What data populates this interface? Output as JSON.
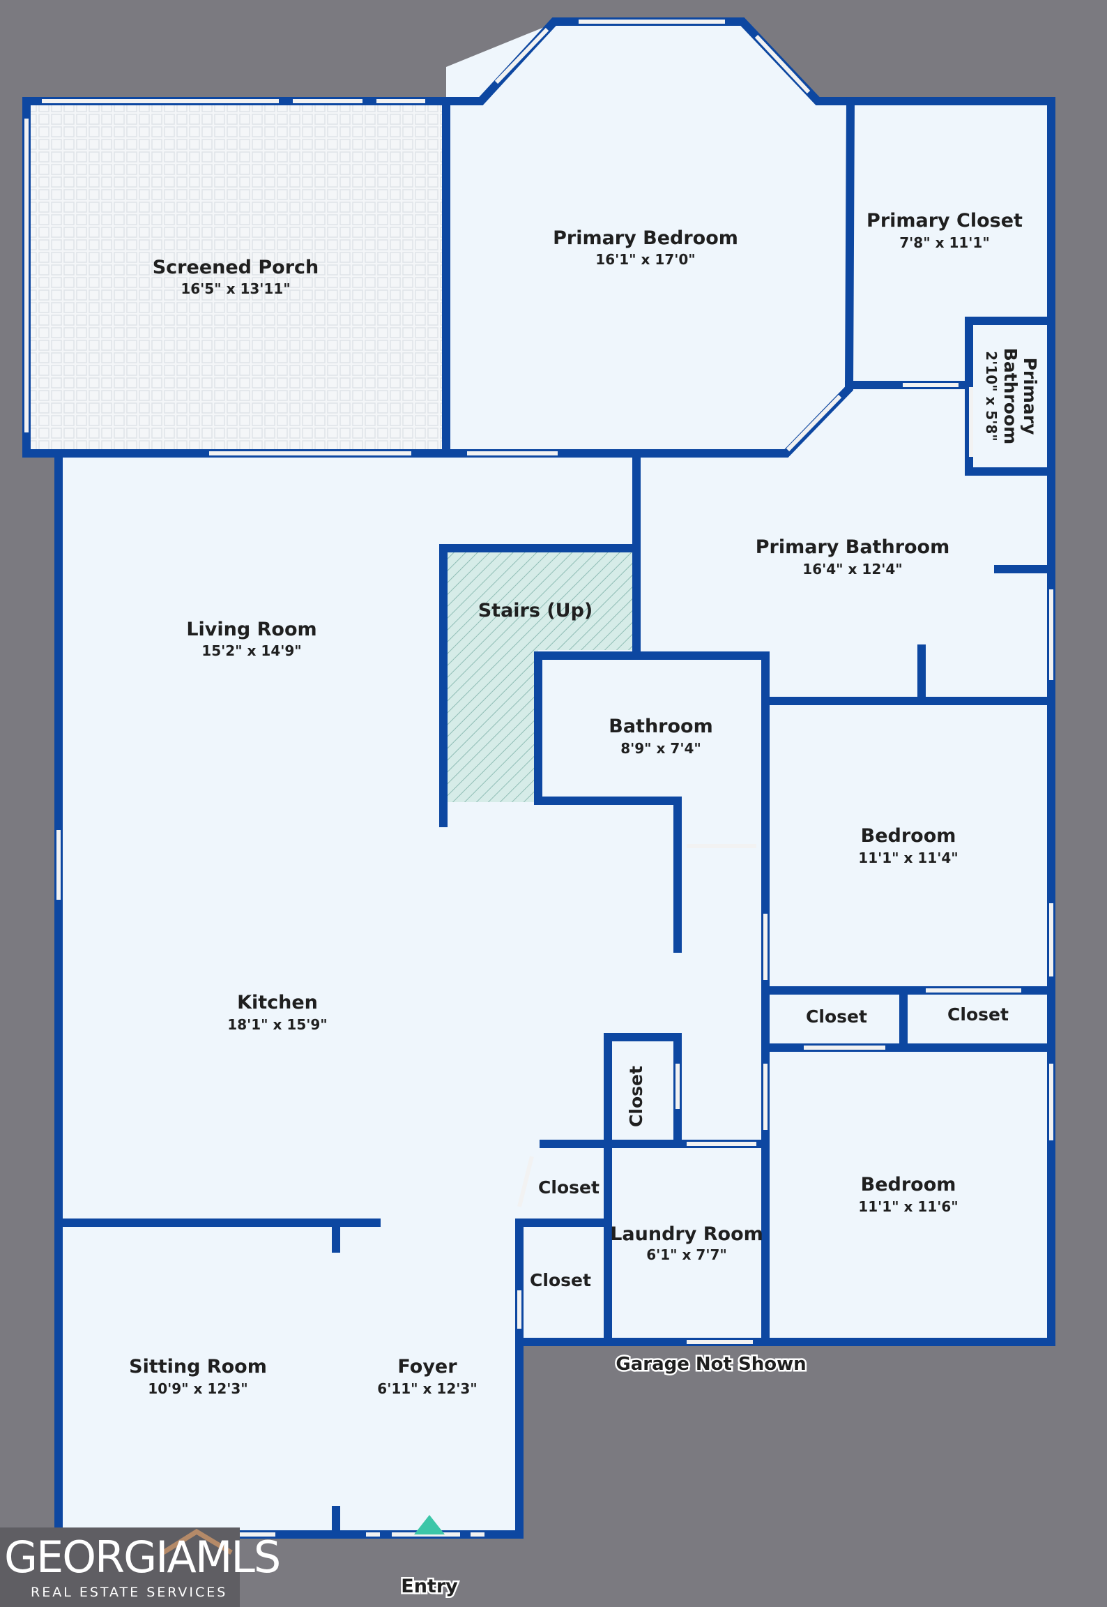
{
  "colors": {
    "background": "#7b7a80",
    "floor": "#eff6fc",
    "wall": "#0d47a1",
    "window": "#f2f2f2",
    "stairs_fill": "#d6ece8",
    "stairs_hatch": "#8fbdb5",
    "entry_marker": "#3cc6a8"
  },
  "rooms": {
    "screened_porch": {
      "name": "Screened Porch",
      "dims": "16'5\" x 13'11\""
    },
    "primary_bedroom": {
      "name": "Primary Bedroom",
      "dims": "16'1\" x 17'0\""
    },
    "primary_closet": {
      "name": "Primary Closet",
      "dims": "7'8\" x 11'1\""
    },
    "primary_bathroom_small": {
      "name_line1": "Primary",
      "name_line2": "Bathroom",
      "dims": "2'10\" x 5'8\""
    },
    "primary_bathroom": {
      "name": "Primary Bathroom",
      "dims": "16'4\" x 12'4\""
    },
    "stairs": {
      "name": "Stairs (Up)"
    },
    "living_room": {
      "name": "Living Room",
      "dims": "15'2\" x 14'9\""
    },
    "bathroom": {
      "name": "Bathroom",
      "dims": "8'9\" x 7'4\""
    },
    "bedroom_1": {
      "name": "Bedroom",
      "dims": "11'1\" x 11'4\""
    },
    "closet_a": {
      "name": "Closet"
    },
    "closet_b": {
      "name": "Closet"
    },
    "kitchen": {
      "name": "Kitchen",
      "dims": "18'1\" x 15'9\""
    },
    "closet_vertical": {
      "name": "Closet"
    },
    "closet_c": {
      "name": "Closet"
    },
    "closet_d": {
      "name": "Closet"
    },
    "laundry_room": {
      "name": "Laundry Room",
      "dims": "6'1\" x 7'7\""
    },
    "bedroom_2": {
      "name": "Bedroom",
      "dims": "11'1\" x 11'6\""
    },
    "sitting_room": {
      "name": "Sitting Room",
      "dims": "10'9\" x 12'3\""
    },
    "foyer": {
      "name": "Foyer",
      "dims": "6'11\" x 12'3\""
    }
  },
  "labels": {
    "garage": "Garage Not Shown",
    "entry": "Entry"
  },
  "logo": {
    "main": "GEORGIAMLS",
    "sub": "REAL ESTATE SERVICES"
  }
}
